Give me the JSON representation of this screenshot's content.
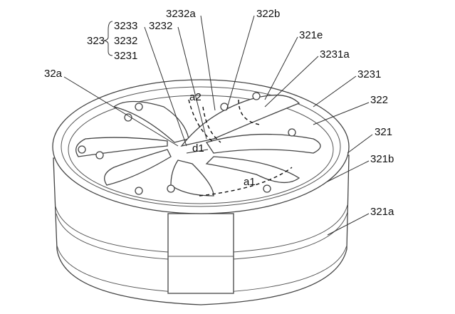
{
  "figure": {
    "bracket_group": {
      "label": "323",
      "items": [
        "3233",
        "3232",
        "3231"
      ]
    },
    "labels": {
      "l3232a": "3232a",
      "l322b": "322b",
      "l3232": "3232",
      "l321e": "321e",
      "l3231a": "3231a",
      "l3231": "3231",
      "l32a": "32a",
      "l322": "322",
      "l321": "321",
      "l321b": "321b",
      "l321a": "321a",
      "a2": "a2",
      "d1": "d1",
      "a1": "a1"
    }
  }
}
